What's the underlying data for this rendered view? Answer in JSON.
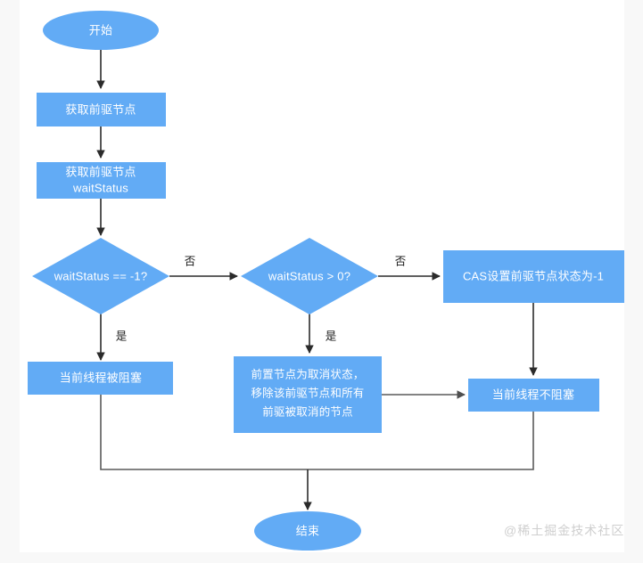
{
  "diagram": {
    "title": "AQS shouldParkAfterFailedAcquire flowchart",
    "accent_color": "#62abf5",
    "edge_color": "#2b2b2b",
    "background_color": "#ffffff",
    "label_color": "#ffffff"
  },
  "nodes": {
    "start": {
      "label": "开始",
      "shape": "ellipse"
    },
    "get_pred": {
      "label": "获取前驱节点",
      "shape": "rect"
    },
    "get_waitstatus_line1": {
      "label": "获取前驱节点",
      "shape": "rect"
    },
    "get_waitstatus_line2": {
      "label": "waitStatus",
      "shape": "rect"
    },
    "decision_minus_one": {
      "label": "waitStatus == -1?",
      "shape": "diamond"
    },
    "decision_gt_zero": {
      "label": "waitStatus > 0?",
      "shape": "diamond"
    },
    "cas_set": {
      "label": "CAS设置前驱节点状态为-1",
      "shape": "rect"
    },
    "thread_blocked": {
      "label": "当前线程被阻塞",
      "shape": "rect"
    },
    "remove_cancelled_line1": {
      "label": "前置节点为取消状态，",
      "shape": "rect"
    },
    "remove_cancelled_line2": {
      "label": "移除该前驱节点和所有",
      "shape": "rect"
    },
    "remove_cancelled_line3": {
      "label": "前驱被取消的节点",
      "shape": "rect"
    },
    "thread_not_blocked": {
      "label": "当前线程不阻塞",
      "shape": "rect"
    },
    "end": {
      "label": "结束",
      "shape": "ellipse"
    }
  },
  "edge_labels": {
    "minus_one_no": "否",
    "minus_one_yes": "是",
    "gt_zero_no": "否",
    "gt_zero_yes": "是"
  },
  "watermark": {
    "text": "@稀土掘金技术社区"
  }
}
